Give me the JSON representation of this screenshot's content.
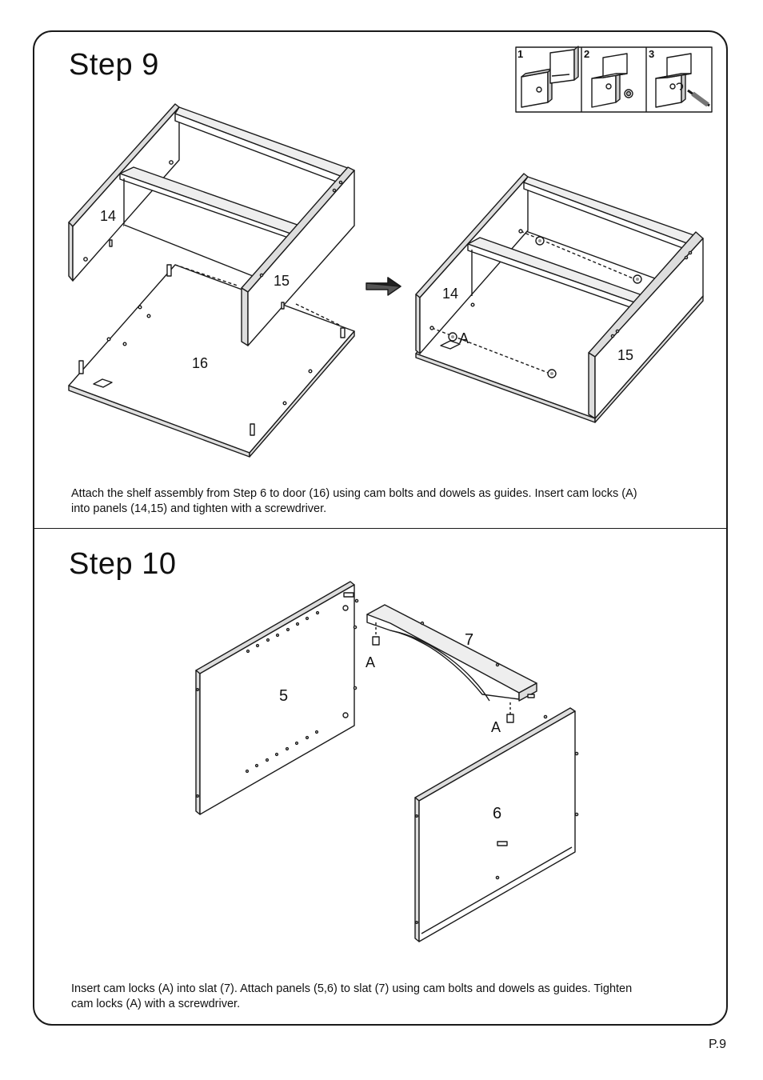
{
  "step9": {
    "title": "Step  9",
    "instruction_labels": [
      "1",
      "2",
      "3"
    ],
    "part_labels": {
      "left_side": "14",
      "right_side": "15",
      "door": "16",
      "assembled_left": "14",
      "assembled_right": "15",
      "cam_lock": "A"
    },
    "caption_line1": "Attach the shelf assembly from Step 6 to door (16) using cam bolts and dowels as guides. Insert cam locks (A)",
    "caption_line2": "into panels (14,15) and tighten with a screwdriver."
  },
  "step10": {
    "title": "Step  10",
    "part_labels": {
      "panel_left": "5",
      "slat": "7",
      "panel_right": "6",
      "cam_lock_upper": "A",
      "cam_lock_lower": "A"
    },
    "caption_line1": "Insert cam locks (A) into slat (7). Attach panels (5,6) to slat (7) using cam bolts and dowels as guides. Tighten",
    "caption_line2": "cam locks (A) with a screwdriver."
  },
  "footer": {
    "page_number": "P.9"
  },
  "colors": {
    "line": "#1a1a1a",
    "panel_fill": "#ffffff",
    "edge_shade": "#d9d9d9"
  }
}
